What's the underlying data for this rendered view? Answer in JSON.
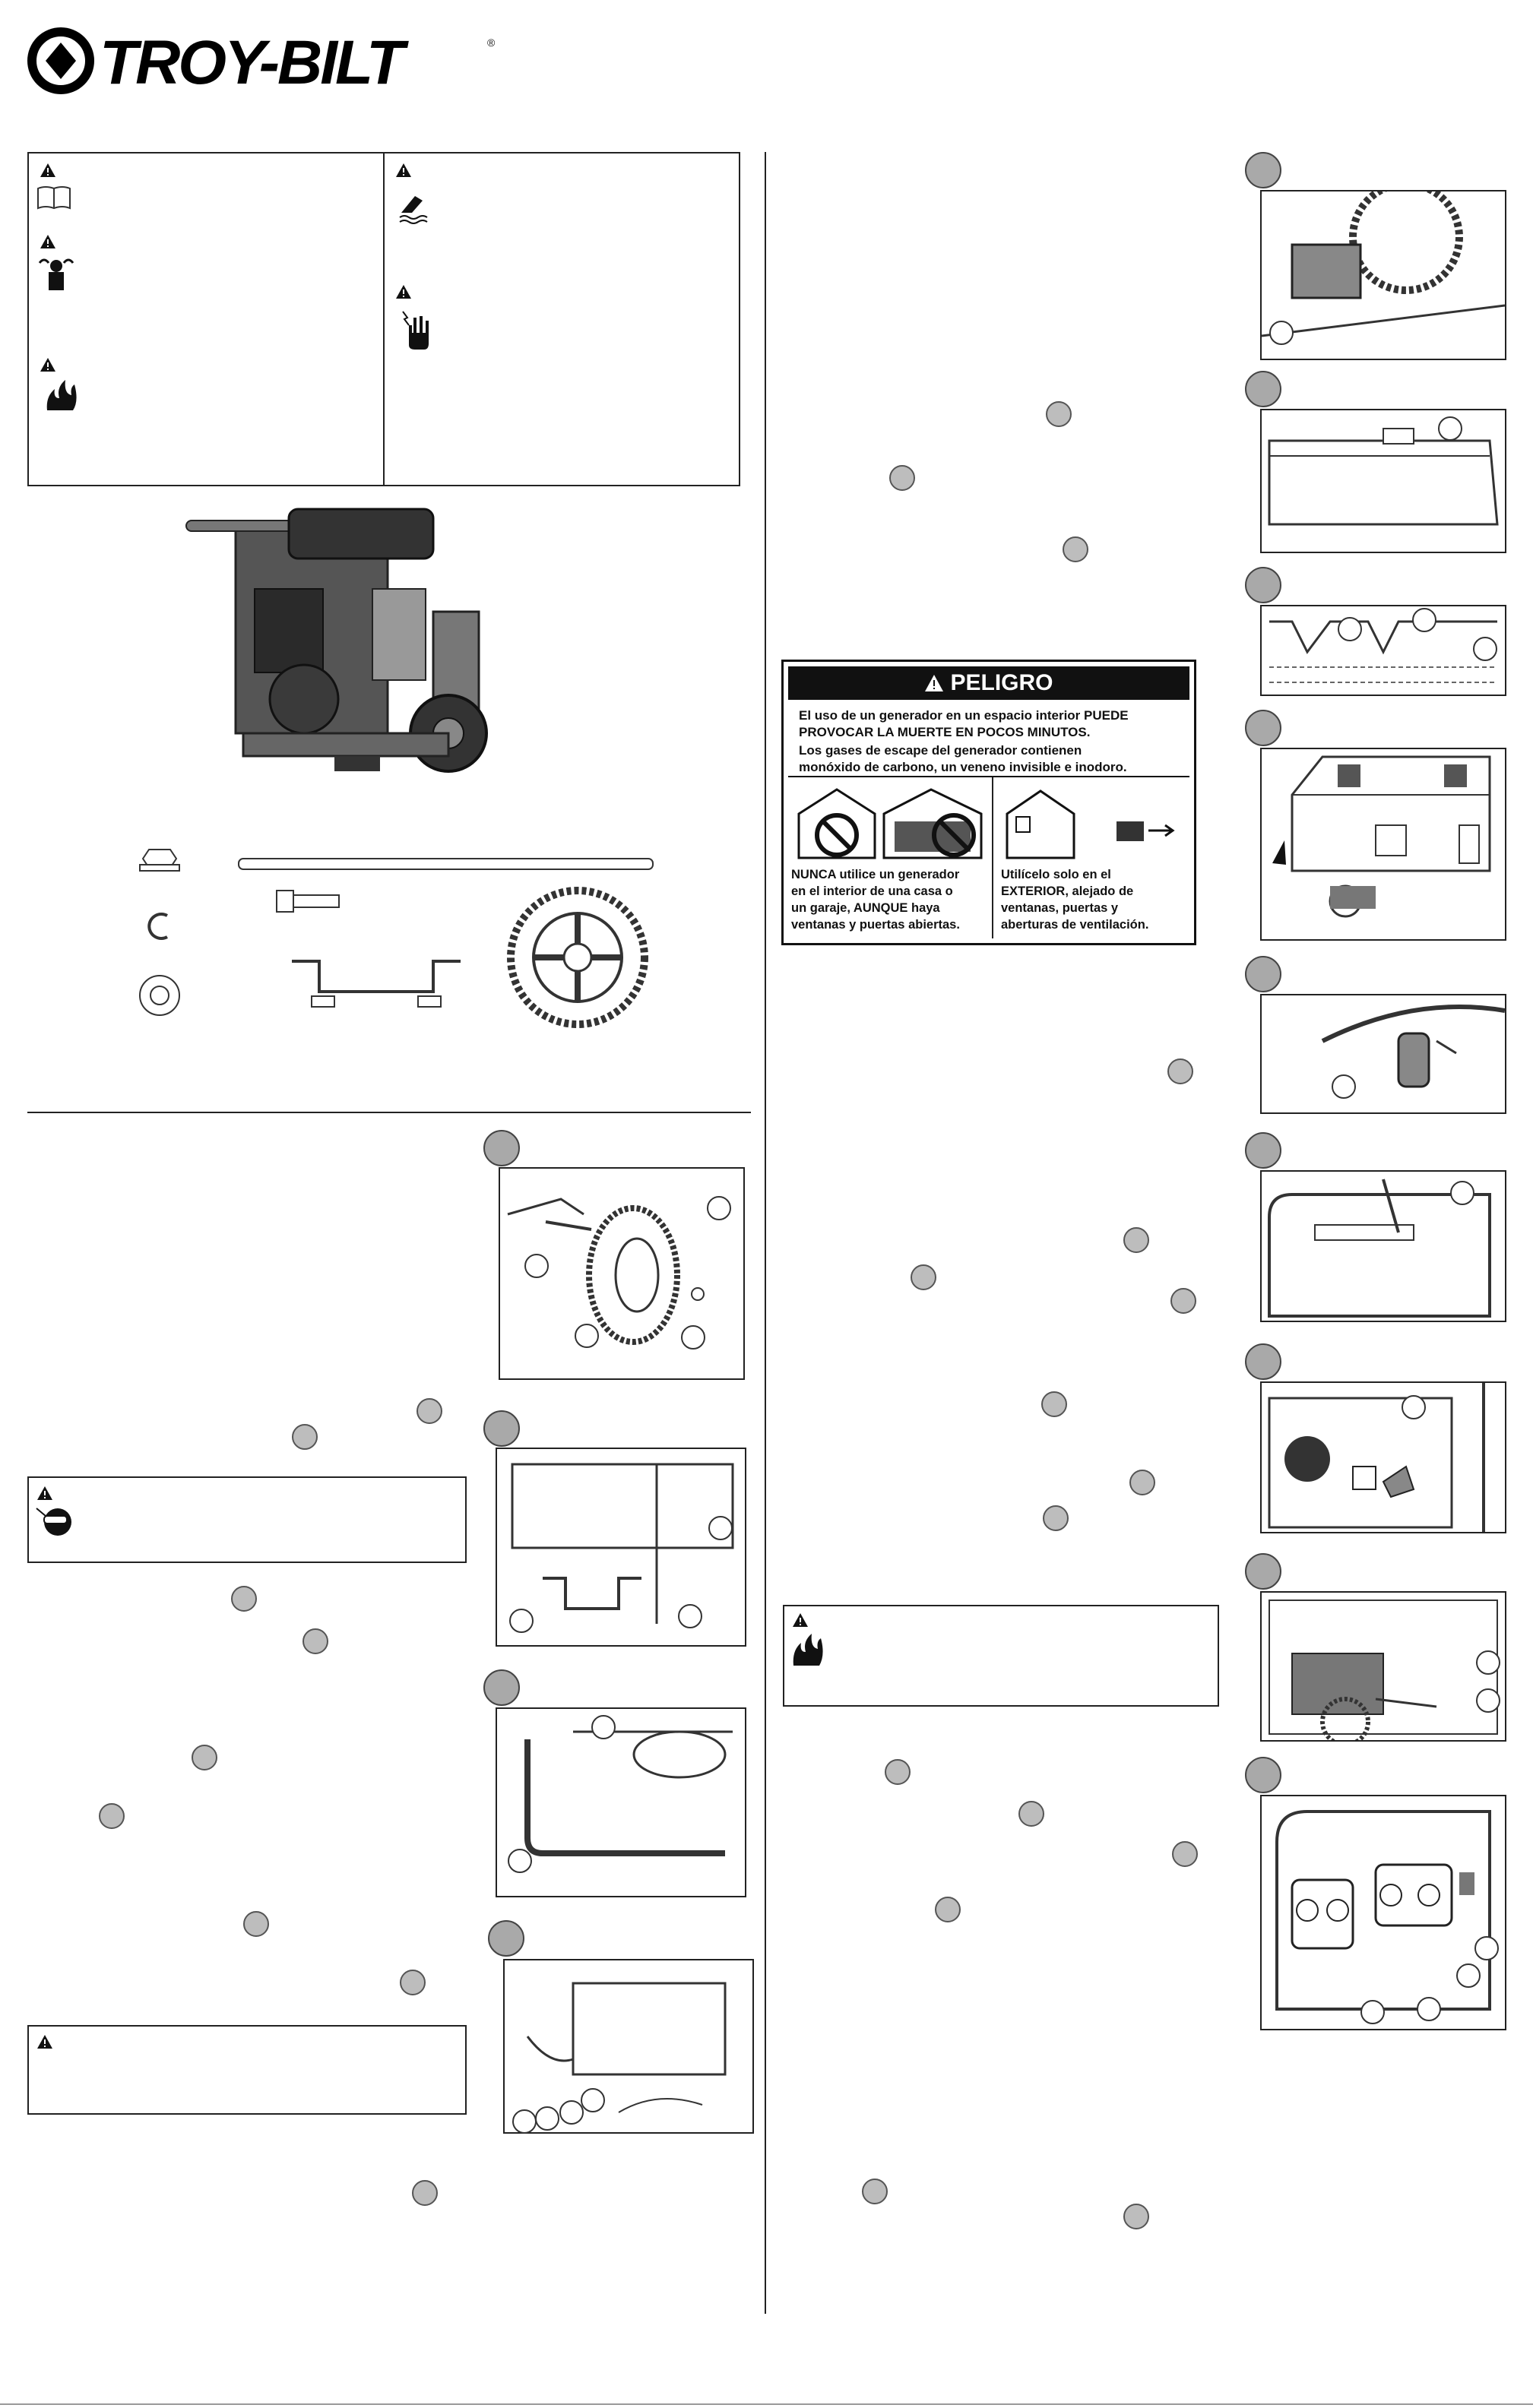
{
  "brand": {
    "logo_text": "TROY-BILT",
    "registered_mark": "®"
  },
  "peligro": {
    "heading": "PELIGRO",
    "line1": "El uso de un generador en un espacio interior PUEDE",
    "line2": "PROVOCAR LA MUERTE EN POCOS MINUTOS.",
    "line3": "Los gases de escape del generador contienen",
    "line4": "monóxido de carbono, un veneno invisible e inodoro.",
    "left1": "NUNCA utilice un generador",
    "left2": "en el interior de una casa o",
    "left3": "un garaje, AUNQUE haya",
    "left4": "ventanas y puertas abiertas.",
    "right1": "Utilícelo solo en el",
    "right2": "EXTERIOR, alejado de",
    "right3": "ventanas, puertas y",
    "right4": "aberturas de ventilación."
  },
  "icons": {
    "warning": "warning-triangle-icon",
    "manual": "read-manual-icon",
    "toxic": "toxic-fumes-icon",
    "fire": "fire-icon",
    "burn": "hot-surface-icon",
    "shock": "electric-shock-icon",
    "goggles": "eye-protection-icon"
  },
  "colors": {
    "ink": "#111111",
    "step_circle": "#a9a9a9",
    "callout_fill": "#bdbdbd"
  }
}
